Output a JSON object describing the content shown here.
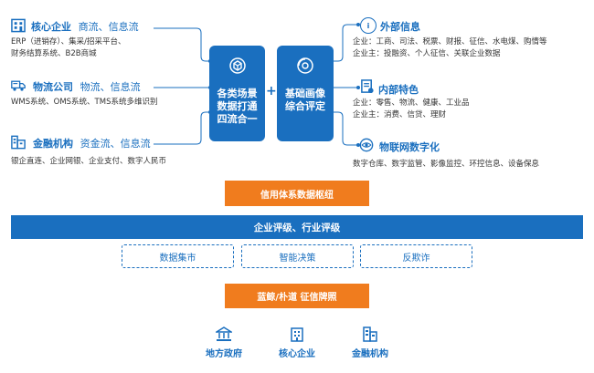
{
  "left": [
    {
      "title": "核心企业",
      "sub": "商流、信息流",
      "desc": [
        "ERP（进销存）、集采/招采平台、",
        "财务结算系统、B2B商城"
      ]
    },
    {
      "title": "物流公司",
      "sub": "物流、信息流",
      "desc": [
        "WMS系统、OMS系统、TMS系统多维识别"
      ]
    },
    {
      "title": "金融机构",
      "sub": "资金流、信息流",
      "desc": [
        "银企直连、企业网银、企业支付、数字人民币"
      ]
    }
  ],
  "center": {
    "card1": [
      "各类场景",
      "数据打通",
      "四流合一"
    ],
    "card2": [
      "基础画像",
      "综合评定"
    ],
    "plus": "+"
  },
  "right": [
    {
      "title": "外部信息",
      "desc": [
        "企业：工商、司法、税票、财报、征信、水电煤、购情等",
        "企业主：投融资、个人征信、关联企业数据"
      ]
    },
    {
      "title": "内部特色",
      "desc": [
        "企业：零售、物流、健康、工业品",
        "企业主：消费、信贷、理财"
      ]
    },
    {
      "title": "物联网数字化",
      "desc": [
        "数字仓库、数字监管、影像监控、环控信息、设备保息"
      ]
    }
  ],
  "hub": "信用体系数据枢纽",
  "rating_bar": "企业评级、行业评级",
  "tools": [
    "数据集市",
    "智能决策",
    "反欺诈"
  ],
  "brand": "蓝鲸/朴道 征信牌照",
  "bottom": [
    "地方政府",
    "核心企业",
    "金融机构"
  ],
  "colors": {
    "blue": "#1a6fbf",
    "orange": "#f07c1e"
  }
}
